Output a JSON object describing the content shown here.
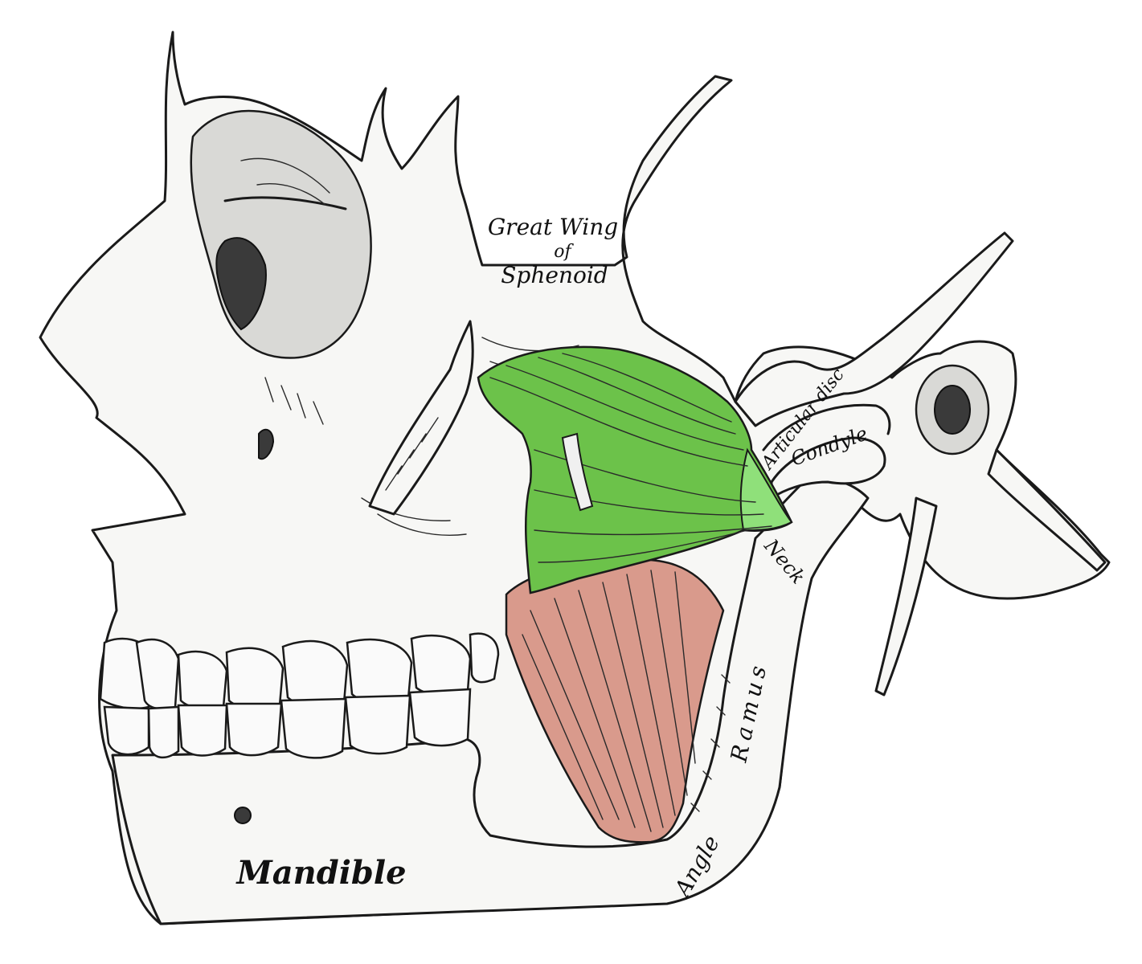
{
  "labels": {
    "great_wing_line1": "Great Wing",
    "great_wing_line2": "of",
    "great_wing_line3": "Sphenoid",
    "articular_disc": "Articular disc",
    "condyle": "Condyle",
    "neck": "Neck",
    "ramus": "Ramus",
    "angle": "Angle",
    "mandible": "Mandible"
  },
  "colors": {
    "lateral_pterygoid_muscle": "#6cc24a",
    "medial_pterygoid_muscle": "#d99a8c",
    "bone": "#f7f7f5",
    "ink": "#1a1a1a"
  }
}
